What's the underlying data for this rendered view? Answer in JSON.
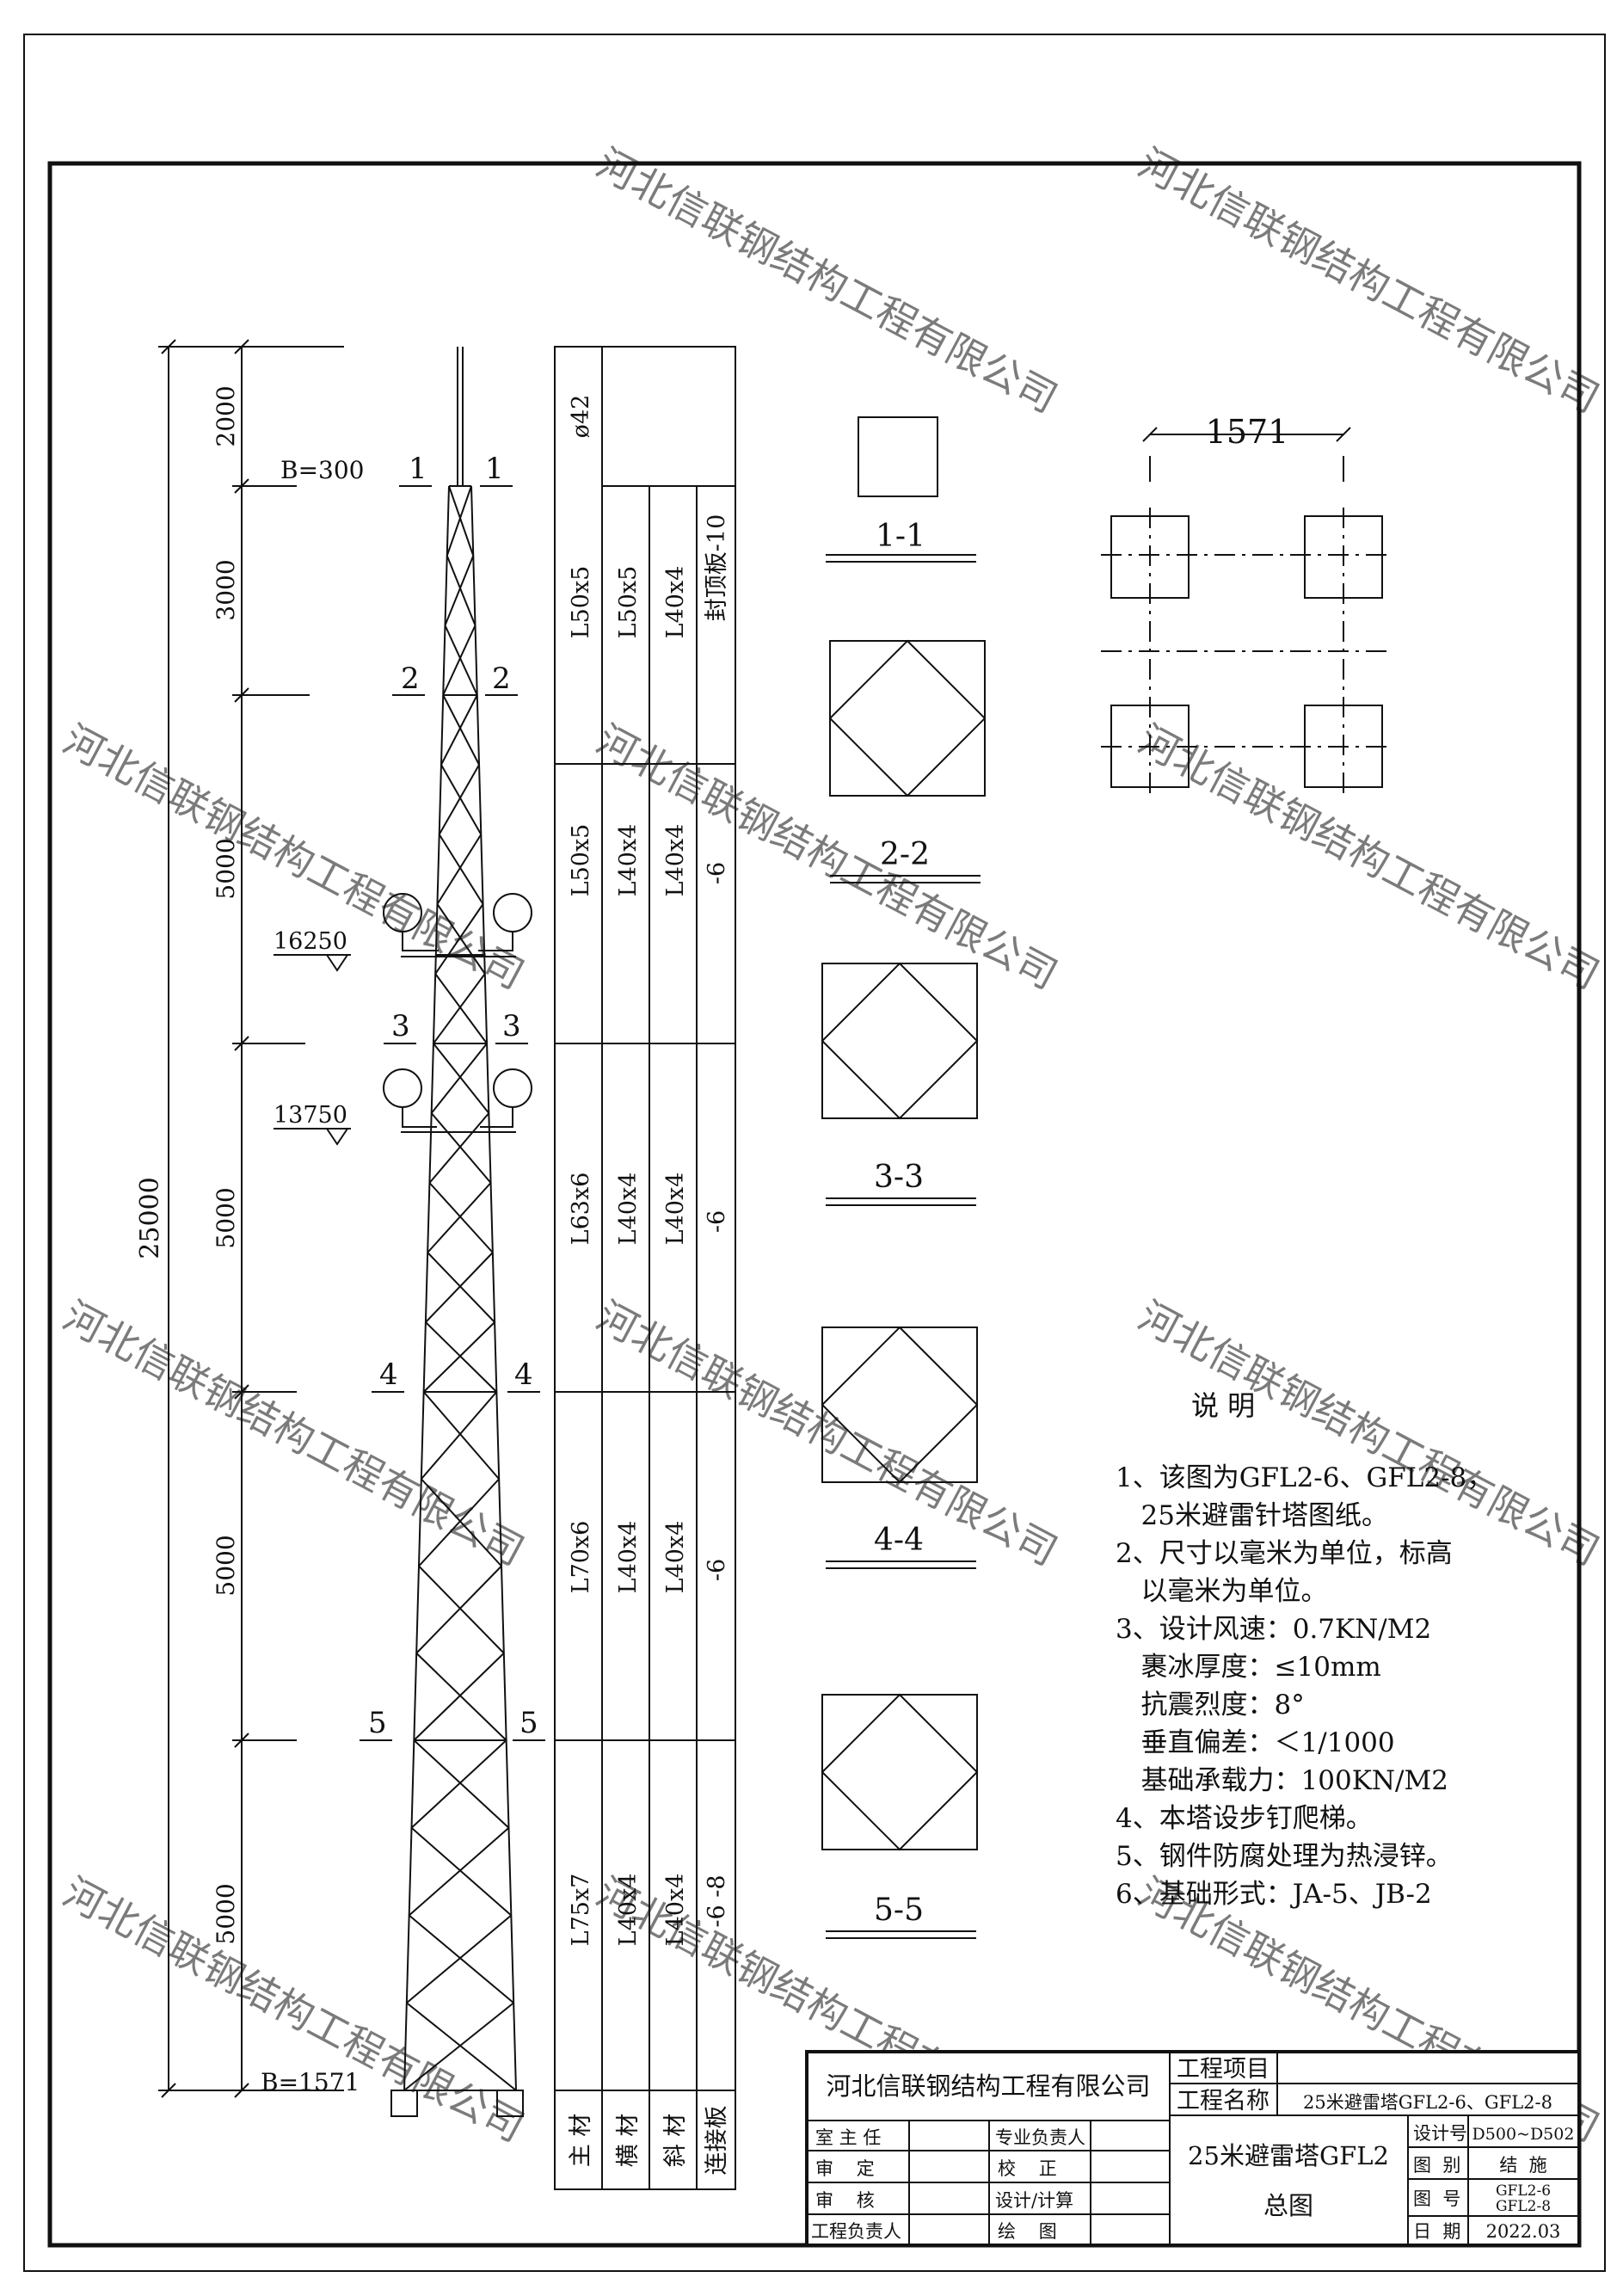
{
  "watermark": "河北信联钢结构工程有限公司",
  "dimensions": {
    "total": "25000",
    "segments": [
      "2000",
      "3000",
      "5000",
      "5000",
      "5000",
      "5000"
    ],
    "top_width": "B=300",
    "base_width": "B=1571"
  },
  "elevations": [
    "16250",
    "13750"
  ],
  "section_marks": [
    "1",
    "2",
    "3",
    "4",
    "5"
  ],
  "member_table": {
    "mast": "ø42",
    "rows": [
      {
        "main": "L50x5",
        "horizontal": "L50x5",
        "diagonal": "L40x4",
        "plate": "封顶板-10"
      },
      {
        "main": "L50x5",
        "horizontal": "L40x4",
        "diagonal": "L40x4",
        "plate": "-6"
      },
      {
        "main": "L63x6",
        "horizontal": "L40x4",
        "diagonal": "L40x4",
        "plate": "-6"
      },
      {
        "main": "L70x6",
        "horizontal": "L40x4",
        "diagonal": "L40x4",
        "plate": "-6"
      },
      {
        "main": "L75x7",
        "horizontal": "L40x4",
        "diagonal": "L40x4",
        "plate": "-6 -8"
      }
    ],
    "headers": [
      "主 材",
      "横 材",
      "斜 材",
      "连接板"
    ]
  },
  "sections": [
    "1-1",
    "2-2",
    "3-3",
    "4-4",
    "5-5"
  ],
  "foundation": {
    "dimension": "1571"
  },
  "notes": {
    "title": "说    明",
    "items": [
      "1、该图为GFL2-6、GFL2-8，",
      "   25米避雷针塔图纸。",
      "2、尺寸以毫米为单位，标高",
      "   以毫米为单位。",
      "3、设计风速：0.7KN/M2",
      "   裹冰厚度：≤10mm",
      "   抗震烈度：8°",
      "   垂直偏差：＜1/1000",
      "   基础承载力：100KN/M2",
      "4、本塔设步钉爬梯。",
      "5、钢件防腐处理为热浸锌。",
      "6、基础形式：JA-5、JB-2"
    ]
  },
  "title_block": {
    "company": "河北信联钢结构工程有限公司",
    "project_item_label": "工程项目",
    "project_name_label": "工程名称",
    "project_name": "25米避雷塔GFL2-6、GFL2-8",
    "roles_left": [
      "室 主 任",
      "审    定",
      "审    核",
      "工程负责人"
    ],
    "roles_mid": [
      "专业负责人",
      "校    正",
      "设计/计算",
      "绘    图"
    ],
    "drawing_title_1": "25米避雷塔GFL2",
    "drawing_title_2": "总图",
    "design_no_label": "设计号",
    "design_no": "D500~D502",
    "category_label": "图  别",
    "category": "结  施",
    "drawing_no_label": "图  号",
    "drawing_no_1": "GFL2-6",
    "drawing_no_2": "GFL2-8",
    "date_label": "日  期",
    "date": "2022.03"
  }
}
